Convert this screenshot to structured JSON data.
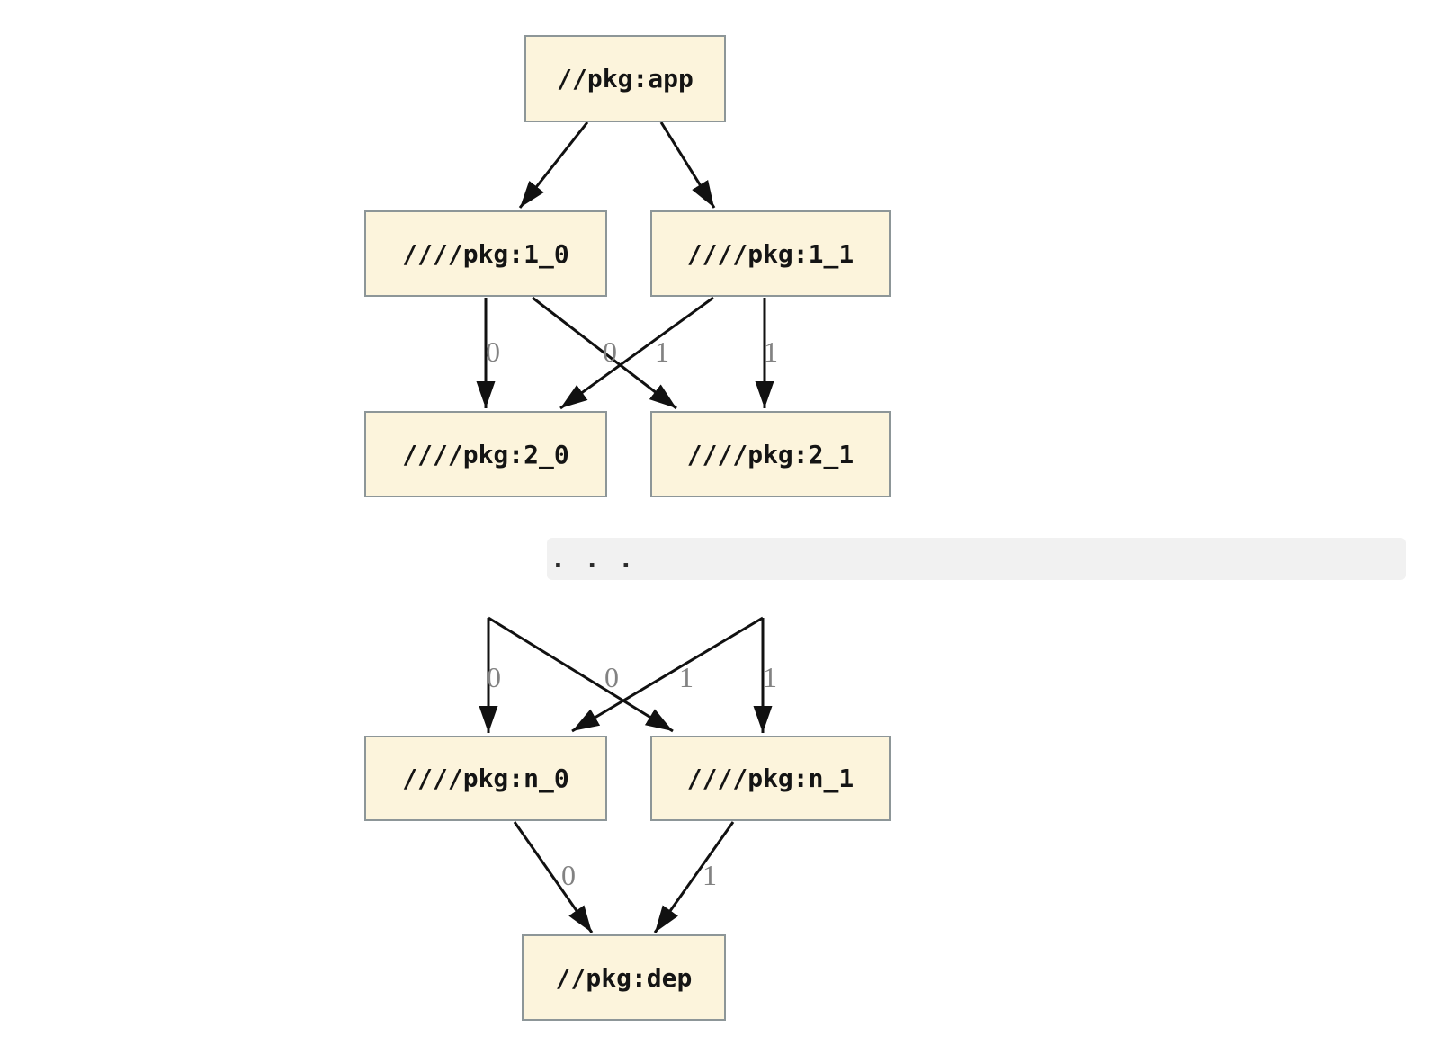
{
  "colors": {
    "node_fill": "#fcf4dc",
    "node_border": "#8d9698",
    "node_text": "#141414",
    "edge": "#111111",
    "edge_label": "#828282",
    "band_bg": "#f1f1f1",
    "ellipsis": "#2b2b2b",
    "page_bg": "#ffffff"
  },
  "diagram": {
    "type": "dependency-graph",
    "nodes": {
      "app": "//pkg:app",
      "l1_0": "////pkg:1_0",
      "l1_1": "////pkg:1_1",
      "l2_0": "////pkg:2_0",
      "l2_1": "////pkg:2_1",
      "ln_0": "////pkg:n_0",
      "ln_1": "////pkg:n_1",
      "dep": "//pkg:dep"
    },
    "ellipsis": ". . .",
    "edges": [
      {
        "from": "//pkg:app",
        "to": "////pkg:1_0",
        "label": ""
      },
      {
        "from": "//pkg:app",
        "to": "////pkg:1_1",
        "label": ""
      },
      {
        "from": "////pkg:1_0",
        "to": "////pkg:2_0",
        "label": "0"
      },
      {
        "from": "////pkg:1_1",
        "to": "////pkg:2_0",
        "label": "0"
      },
      {
        "from": "////pkg:1_0",
        "to": "////pkg:2_1",
        "label": "1"
      },
      {
        "from": "////pkg:1_1",
        "to": "////pkg:2_1",
        "label": "1"
      },
      {
        "from": "...",
        "to": "////pkg:n_0",
        "label": "0"
      },
      {
        "from": "...",
        "to": "////pkg:n_0",
        "label": "0"
      },
      {
        "from": "...",
        "to": "////pkg:n_1",
        "label": "1"
      },
      {
        "from": "...",
        "to": "////pkg:n_1",
        "label": "1"
      },
      {
        "from": "////pkg:n_0",
        "to": "//pkg:dep",
        "label": "0"
      },
      {
        "from": "////pkg:n_1",
        "to": "//pkg:dep",
        "label": "1"
      }
    ]
  }
}
